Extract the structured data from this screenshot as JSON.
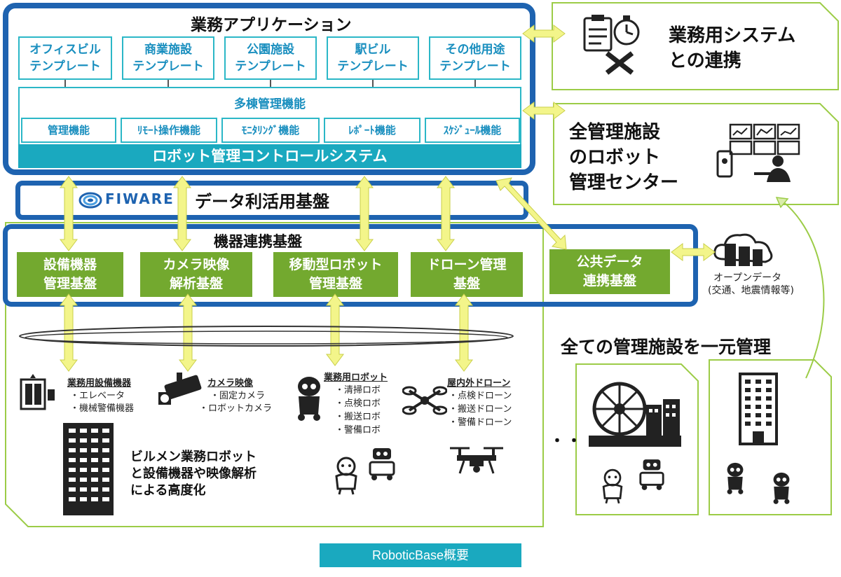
{
  "business_apps": {
    "title": "業務アプリケーション",
    "templates": [
      {
        "line1": "オフィスビル",
        "line2": "テンプレート"
      },
      {
        "line1": "商業施設",
        "line2": "テンプレート"
      },
      {
        "line1": "公園施設",
        "line2": "テンプレート"
      },
      {
        "line1": "駅ビル",
        "line2": "テンプレート"
      },
      {
        "line1": "その他用途",
        "line2": "テンプレート"
      }
    ],
    "multi_building": "多棟管理機能",
    "functions": [
      "管理機能",
      "ﾘﾓｰﾄ操作機能",
      "ﾓﾆﾀﾘﾝｸﾞ機能",
      "ﾚﾎﾟｰﾄ機能",
      "ｽｹｼﾞｭｰﾙ機能"
    ],
    "control_system": "ロボット管理コントロールシステム"
  },
  "fiware": {
    "logo_text": "FIWARE",
    "label": "データ利活用基盤"
  },
  "device_platform": {
    "title": "機器連携基盤",
    "boxes": [
      {
        "line1": "設備機器",
        "line2": "管理基盤"
      },
      {
        "line1": "カメラ映像",
        "line2": "解析基盤"
      },
      {
        "line1": "移動型ロボット",
        "line2": "管理基盤"
      },
      {
        "line1": "ドローン管理",
        "line2": "基盤"
      }
    ]
  },
  "public_data": {
    "line1": "公共データ",
    "line2": "連携基盤"
  },
  "open_data": {
    "line1": "オープンデータ",
    "line2": "(交通、地震情報等)"
  },
  "right_top": {
    "line1": "業務用システム",
    "line2": "との連携"
  },
  "right_mid": {
    "line1": "全管理施設",
    "line2": "のロボット",
    "line3": "管理センター"
  },
  "unified": "全ての管理施設を一元管理",
  "devices": {
    "equipment": {
      "heading": "業務用設備機器",
      "items": [
        "・エレベータ",
        "・機械警備機器"
      ]
    },
    "camera": {
      "heading": "カメラ映像",
      "items": [
        "・固定カメラ",
        "・ロボットカメラ"
      ]
    },
    "robot": {
      "heading": "業務用ロボット",
      "items": [
        "・清掃ロボ",
        "・点検ロボ",
        "・搬送ロボ",
        "・警備ロボ"
      ]
    },
    "drone": {
      "heading": "屋内外ドローン",
      "items": [
        "・点検ドローン",
        "・搬送ドローン",
        "・警備ドローン"
      ]
    }
  },
  "bottom_text": {
    "line1": "ビルメン業務ロボット",
    "line2": "と設備機器や映像解析",
    "line3": "による高度化"
  },
  "ellipsis": "・・・",
  "caption": "RoboticBase概要",
  "colors": {
    "blue": "#1e63b0",
    "teal": "#1aa9bf",
    "green": "#73a92f",
    "lime": "#9ccc47",
    "arrow": "#f3f58a"
  }
}
